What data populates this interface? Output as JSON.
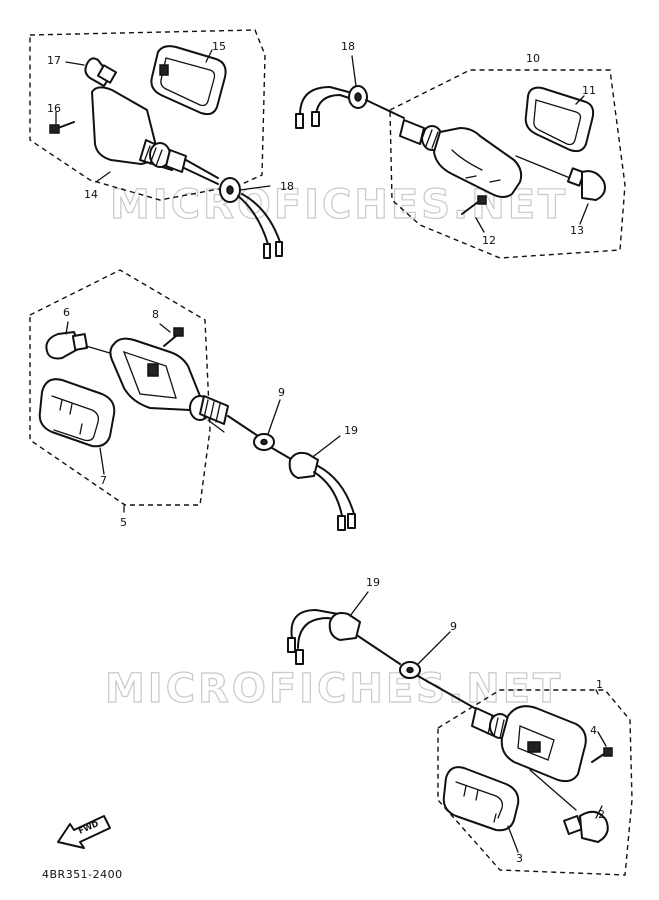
{
  "diagram": {
    "watermark_text": "MICROFICHES.NET",
    "drawing_code": "4BR351-2400",
    "fwd_label": "FWD",
    "callouts": {
      "c1": "1",
      "c2": "2",
      "c3": "3",
      "c4": "4",
      "c5": "5",
      "c6": "6",
      "c7": "7",
      "c8": "8",
      "c9a": "9",
      "c9b": "9",
      "c10": "10",
      "c11": "11",
      "c12": "12",
      "c13": "13",
      "c14": "14",
      "c15": "15",
      "c16": "16",
      "c17": "17",
      "c18a": "18",
      "c18b": "18",
      "c19a": "19",
      "c19b": "19"
    }
  }
}
